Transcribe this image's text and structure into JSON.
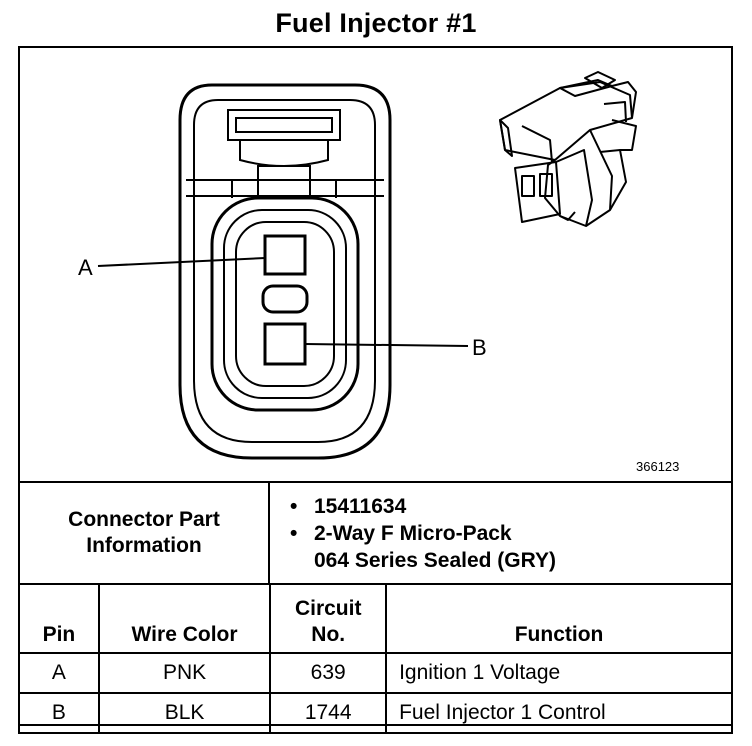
{
  "title": "Fuel Injector #1",
  "figure_number": "366123",
  "pin_labels": {
    "a": "A",
    "b": "B"
  },
  "connector_info": {
    "label": "Connector Part Information",
    "label_line1": "Connector Part",
    "label_line2": "Information",
    "bullet": "•",
    "part_number": "15411634",
    "description_line1": "2-Way F Micro-Pack",
    "description_line2": "064 Series Sealed (GRY)"
  },
  "pin_table": {
    "headers": {
      "pin": "Pin",
      "wire_color": "Wire Color",
      "circuit_line1": "Circuit",
      "circuit_line2": "No.",
      "function": "Function"
    },
    "rows": [
      {
        "pin": "A",
        "wire_color": "PNK",
        "circuit": "639",
        "function": "Ignition 1 Voltage"
      },
      {
        "pin": "B",
        "wire_color": "BLK",
        "circuit": "1744",
        "function": "Fuel Injector 1 Control"
      }
    ]
  }
}
